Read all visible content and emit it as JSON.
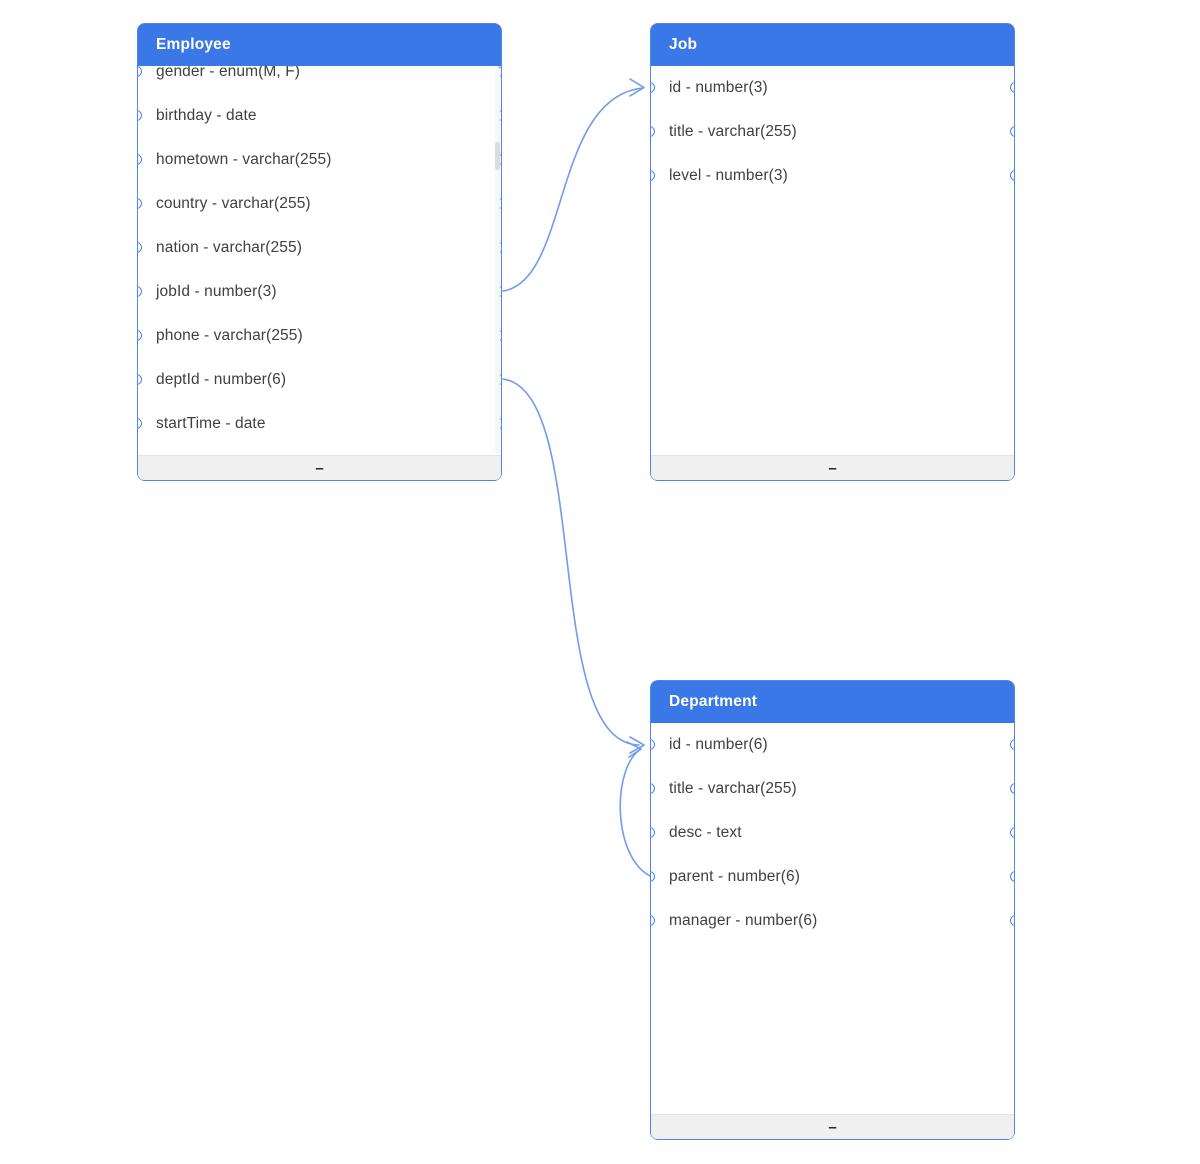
{
  "colors": {
    "header_blue": "#3b78e7",
    "border_blue": "#4f87e9",
    "port_blue": "#4285f4",
    "edge_blue": "#6f9ceb",
    "footer_gray": "#f0f0f0",
    "text_dark": "#404040"
  },
  "tables": {
    "employee": {
      "title": "Employee",
      "collapse_label": "–",
      "rows": [
        "gender - enum(M, F)",
        "birthday - date",
        "hometown - varchar(255)",
        "country - varchar(255)",
        "nation - varchar(255)",
        "jobId - number(3)",
        "phone - varchar(255)",
        "deptId - number(6)",
        "startTime - date"
      ]
    },
    "job": {
      "title": "Job",
      "collapse_label": "–",
      "rows": [
        "id - number(3)",
        "title - varchar(255)",
        "level - number(3)"
      ]
    },
    "department": {
      "title": "Department",
      "collapse_label": "–",
      "rows": [
        "id - number(6)",
        "title - varchar(255)",
        "desc - text",
        "parent - number(6)",
        "manager - number(6)"
      ]
    }
  },
  "relationships": [
    {
      "from": "Employee.jobId",
      "to": "Job.id"
    },
    {
      "from": "Employee.deptId",
      "to": "Department.id"
    },
    {
      "from": "Department.parent",
      "to": "Department.id"
    }
  ]
}
